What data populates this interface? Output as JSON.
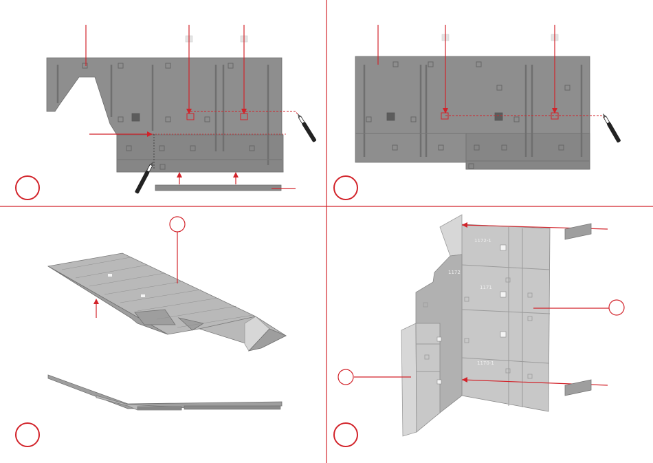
{
  "diagram": {
    "panels": [
      {
        "id": "panel-1",
        "step_marker": ""
      },
      {
        "id": "panel-2",
        "step_marker": ""
      },
      {
        "id": "panel-3",
        "step_marker": ""
      },
      {
        "id": "panel-4",
        "step_marker": ""
      }
    ],
    "colors": {
      "accent_red": "#d2232a",
      "part_gray": "#8e8e8e",
      "roof_gray": "#b9b9b9",
      "wall_gray": "#c8c8c8"
    },
    "icons": [
      "hobby-knife-icon",
      "glue-bottle-icon"
    ]
  }
}
